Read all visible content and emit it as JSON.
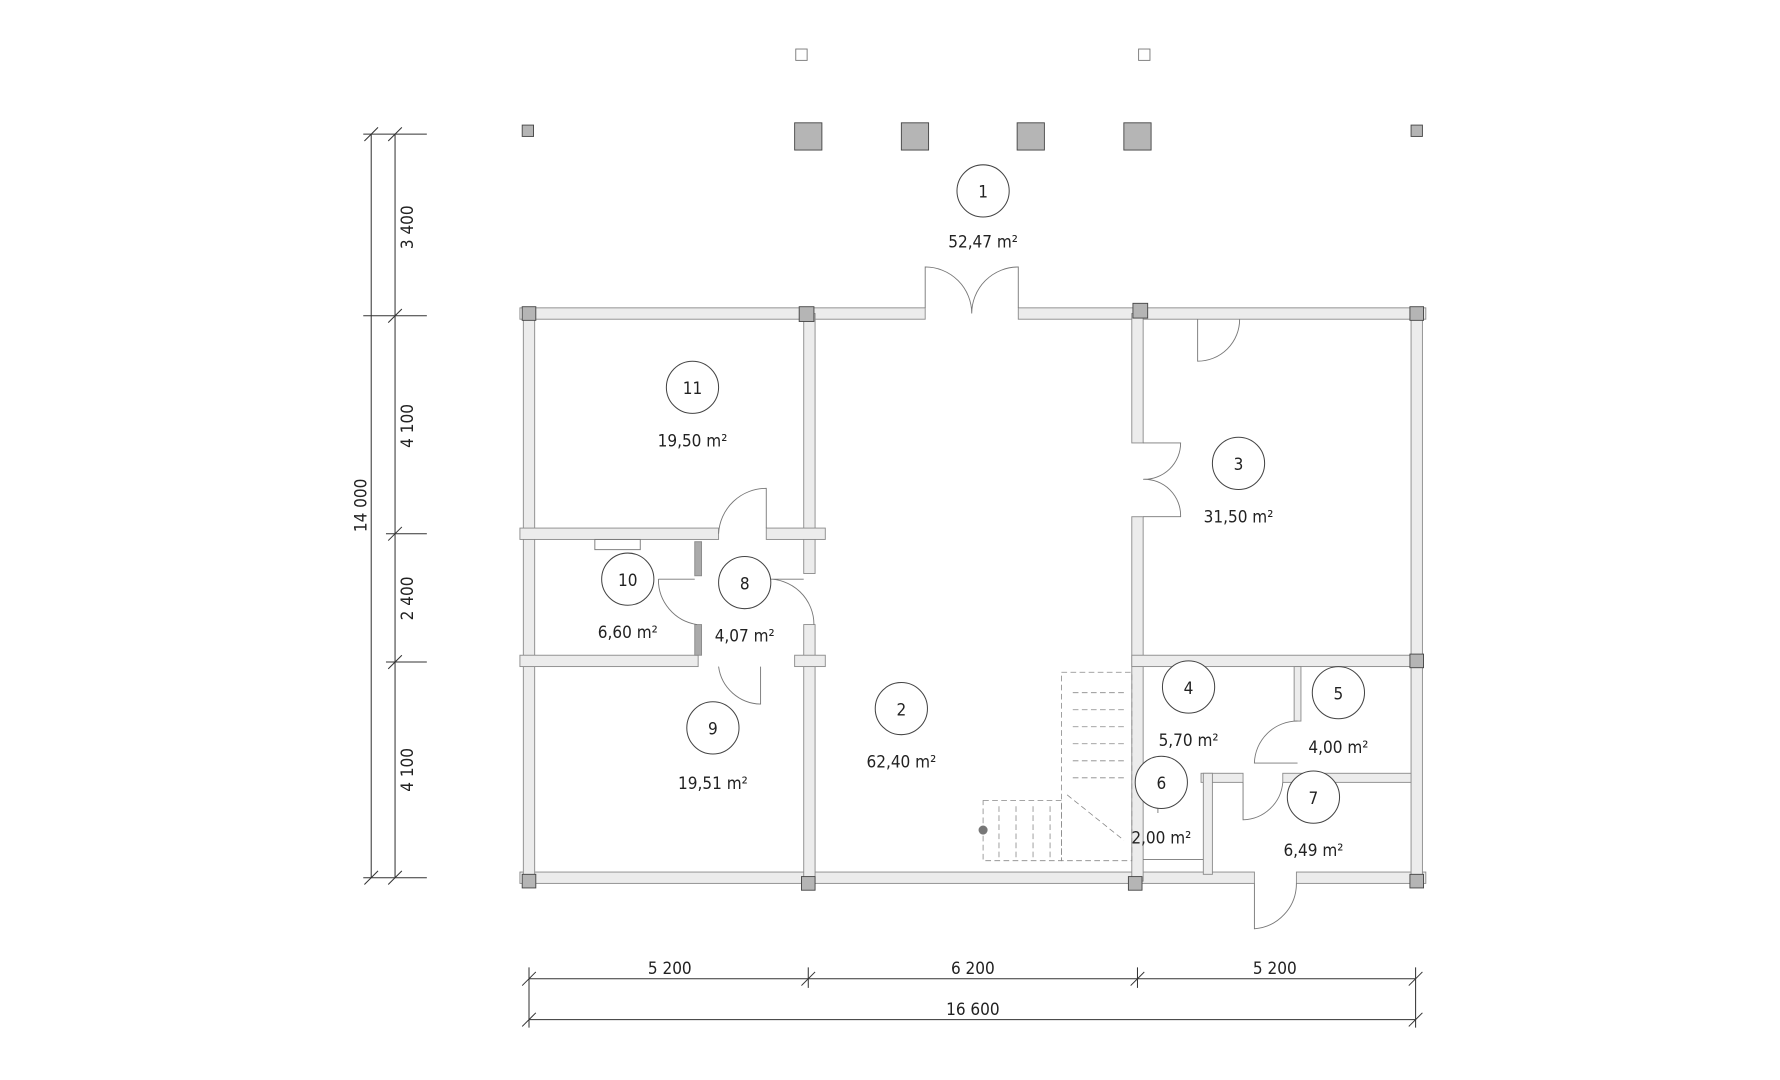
{
  "plan": {
    "rooms": [
      {
        "number": "1",
        "area": "52,47 m²"
      },
      {
        "number": "2",
        "area": "62,40 m²"
      },
      {
        "number": "3",
        "area": "31,50 m²"
      },
      {
        "number": "4",
        "area": "5,70 m²"
      },
      {
        "number": "5",
        "area": "4,00 m²"
      },
      {
        "number": "6",
        "area": "2,00 m²"
      },
      {
        "number": "7",
        "area": "6,49 m²"
      },
      {
        "number": "8",
        "area": "4,07 m²"
      },
      {
        "number": "9",
        "area": "19,51 m²"
      },
      {
        "number": "10",
        "area": "6,60 m²"
      },
      {
        "number": "11",
        "area": "19,50 m²"
      }
    ],
    "dimensions": {
      "vertical": [
        "3 400",
        "4 100",
        "2 400",
        "4 100"
      ],
      "vertical_total": "14 000",
      "horizontal": [
        "5 200",
        "6 200",
        "5 200"
      ],
      "horizontal_total": "16 600"
    }
  }
}
